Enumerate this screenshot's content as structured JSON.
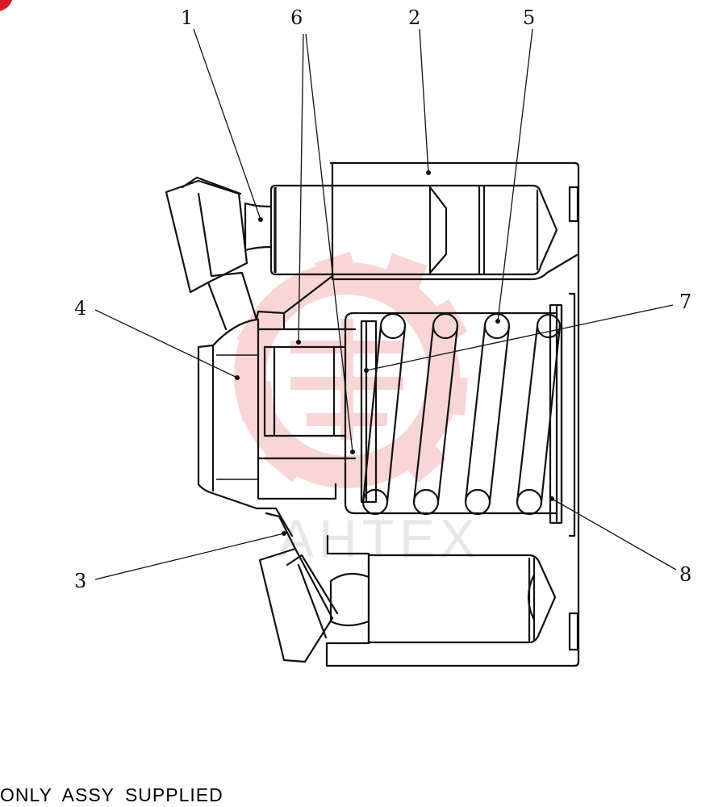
{
  "diagram": {
    "callouts": [
      {
        "id": "c1",
        "label": "1"
      },
      {
        "id": "c6",
        "label": "6"
      },
      {
        "id": "c2",
        "label": "2"
      },
      {
        "id": "c5",
        "label": "5"
      },
      {
        "id": "c4",
        "label": "4"
      },
      {
        "id": "c7",
        "label": "7"
      },
      {
        "id": "c3",
        "label": "3"
      },
      {
        "id": "c8",
        "label": "8"
      }
    ],
    "watermark": "AHTEX"
  },
  "footer": {
    "note": "ONLY  ASSY  SUPPLIED"
  },
  "colors": {
    "line": "#111111",
    "watermark": "#f4b6b3",
    "corner_badge": "#d8192a"
  }
}
